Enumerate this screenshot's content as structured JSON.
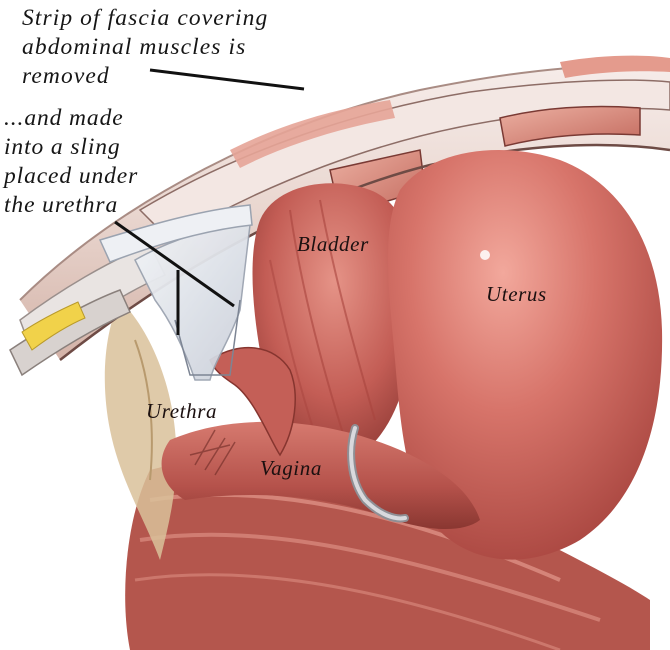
{
  "labels": {
    "fascia_strip": [
      "Strip of fascia covering",
      "abdominal muscles is",
      "removed"
    ],
    "sling": [
      "...and made",
      "into a sling",
      "placed under",
      "the urethra"
    ],
    "bladder": "Bladder",
    "uterus": "Uterus",
    "urethra": "Urethra",
    "vagina": "Vagina"
  },
  "colors": {
    "tissue": "#c8635c",
    "tissue_dark": "#8e3a35",
    "tissue_light": "#eab0a2",
    "fascia": "#f0e4df",
    "sling": "#dfe3ea",
    "leader_line": "#111111"
  }
}
